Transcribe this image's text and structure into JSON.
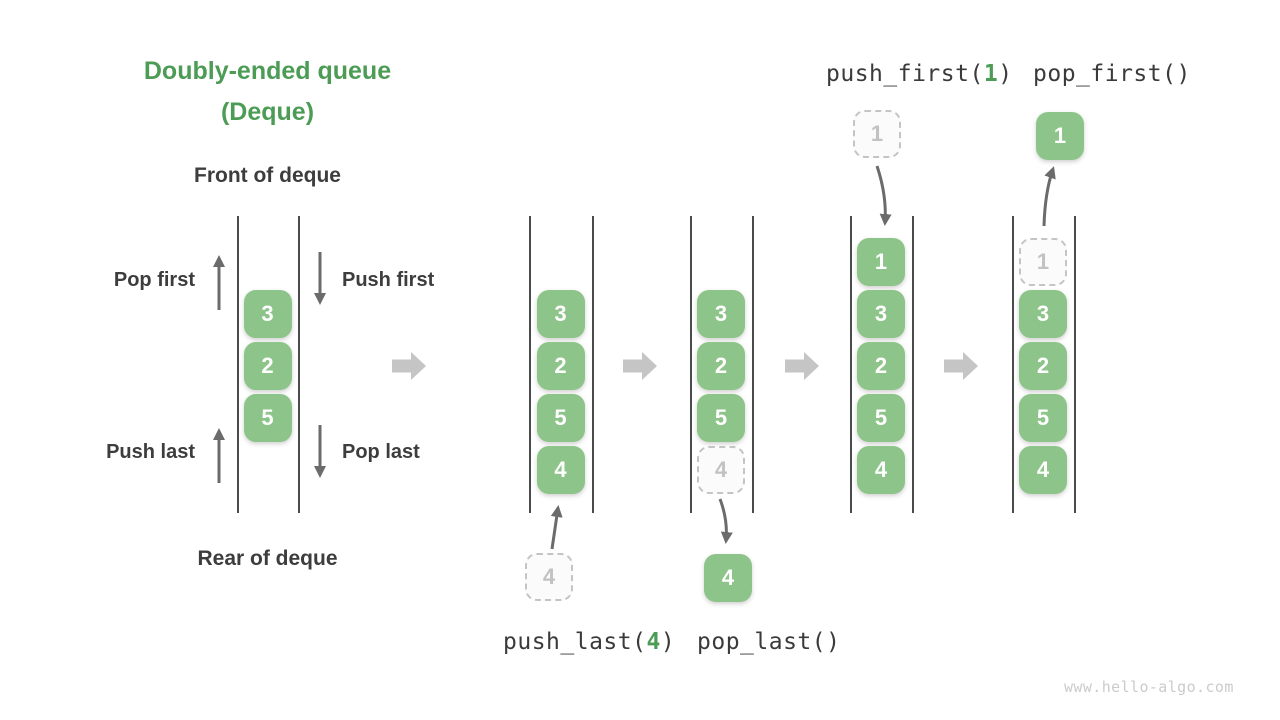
{
  "title": {
    "line1": "Doubly-ended queue",
    "line2": "(Deque)"
  },
  "labels": {
    "front_of_deque": "Front of deque",
    "rear_of_deque": "Rear of deque",
    "pop_first": "Pop first",
    "push_first": "Push first",
    "push_last": "Push last",
    "pop_last": "Pop last"
  },
  "operations": {
    "push_first": {
      "prefix": "push_first(",
      "arg": "1",
      "suffix": ")"
    },
    "pop_first": {
      "text": "pop_first()"
    },
    "push_last": {
      "prefix": "push_last(",
      "arg": "4",
      "suffix": ")"
    },
    "pop_last": {
      "text": "pop_last()"
    }
  },
  "queues": [
    {
      "name": "deque-initial",
      "cells": [
        {
          "value": "3",
          "row": 1,
          "style": "solid"
        },
        {
          "value": "2",
          "row": 2,
          "style": "solid"
        },
        {
          "value": "5",
          "row": 3,
          "style": "solid"
        }
      ],
      "external": null
    },
    {
      "name": "deque-push-last",
      "cells": [
        {
          "value": "3",
          "row": 1,
          "style": "solid"
        },
        {
          "value": "2",
          "row": 2,
          "style": "solid"
        },
        {
          "value": "5",
          "row": 3,
          "style": "solid"
        },
        {
          "value": "4",
          "row": 4,
          "style": "solid"
        }
      ],
      "external": {
        "value": "4",
        "style": "dashed"
      }
    },
    {
      "name": "deque-pop-last",
      "cells": [
        {
          "value": "3",
          "row": 1,
          "style": "solid"
        },
        {
          "value": "2",
          "row": 2,
          "style": "solid"
        },
        {
          "value": "5",
          "row": 3,
          "style": "solid"
        },
        {
          "value": "4",
          "row": 4,
          "style": "dashed"
        }
      ],
      "external": {
        "value": "4",
        "style": "solid"
      }
    },
    {
      "name": "deque-push-first",
      "cells": [
        {
          "value": "1",
          "row": 0,
          "style": "solid"
        },
        {
          "value": "3",
          "row": 1,
          "style": "solid"
        },
        {
          "value": "2",
          "row": 2,
          "style": "solid"
        },
        {
          "value": "5",
          "row": 3,
          "style": "solid"
        },
        {
          "value": "4",
          "row": 4,
          "style": "solid"
        }
      ],
      "external": {
        "value": "1",
        "style": "dashed"
      }
    },
    {
      "name": "deque-pop-first",
      "cells": [
        {
          "value": "1",
          "row": 0,
          "style": "dashed"
        },
        {
          "value": "3",
          "row": 1,
          "style": "solid"
        },
        {
          "value": "2",
          "row": 2,
          "style": "solid"
        },
        {
          "value": "5",
          "row": 3,
          "style": "solid"
        },
        {
          "value": "4",
          "row": 4,
          "style": "solid"
        }
      ],
      "external": {
        "value": "1",
        "style": "solid"
      }
    }
  ],
  "watermark": "www.hello-algo.com",
  "colors": {
    "box_green": "#8DC489",
    "title_green": "#4D9C56",
    "code_arg_green": "#4D9C56",
    "dark_text": "#3D3D3D",
    "code_text": "#3A3A3A",
    "arrow_dark": "#6B6B6B",
    "arrow_light": "#C5C5C5",
    "dashed_border": "#C4C4C4",
    "dashed_text": "#C2C2C2",
    "column_line": "#4B4B4B",
    "watermark_gray": "#CBCBCB"
  }
}
